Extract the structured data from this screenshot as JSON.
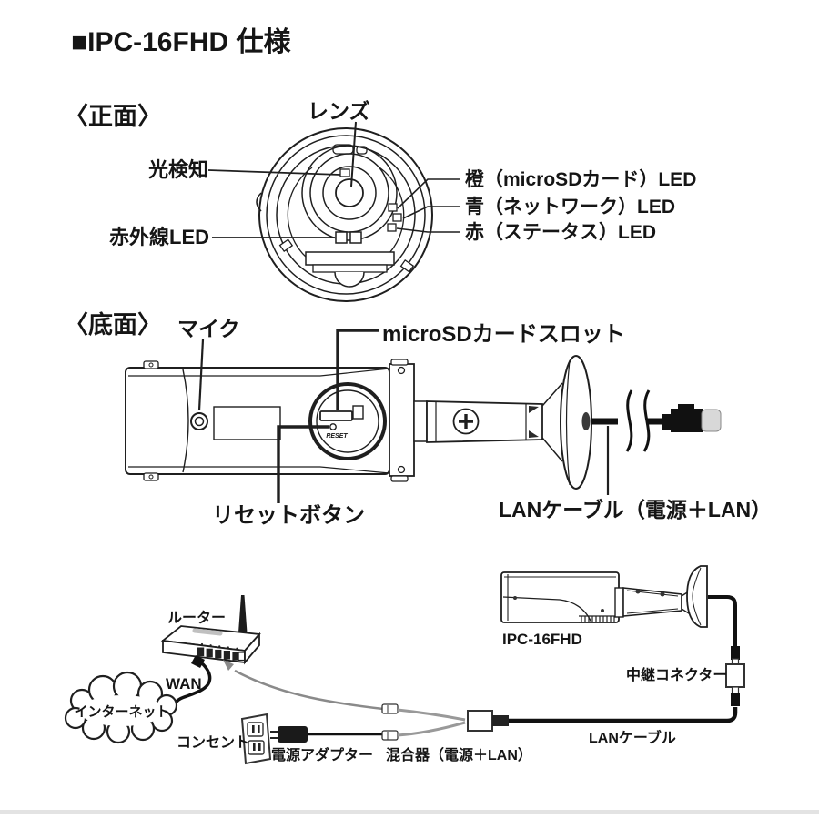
{
  "title": "■IPC-16FHD 仕様",
  "front_view": {
    "section_label": "〈正面〉",
    "labels": {
      "lens": "レンズ",
      "light_sensor": "光検知",
      "ir_led": "赤外線LED",
      "orange_led": "橙（microSDカード）LED",
      "blue_led": "青（ネットワーク）LED",
      "red_led": "赤（ステータス）LED"
    }
  },
  "bottom_view": {
    "section_label": "〈底面〉",
    "labels": {
      "mic": "マイク",
      "sd_slot": "microSDカードスロット",
      "reset_button": "リセットボタン",
      "lan_cable": "LANケーブル（電源＋LAN）",
      "reset_engraving": "RESET"
    }
  },
  "connection_diagram": {
    "labels": {
      "router": "ルーター",
      "wan": "WAN",
      "internet": "インターネット",
      "outlet": "コンセント",
      "power_adapter": "電源アダプター",
      "mixer": "混合器（電源＋LAN）",
      "camera_model": "IPC-16FHD",
      "relay_connector": "中継コネクター",
      "lan_cable": "LANケーブル"
    }
  },
  "colors": {
    "ink": "#1f1f1f",
    "cable_black": "#111111",
    "gray_cable": "#8a8a8a",
    "background": "#ffffff"
  }
}
